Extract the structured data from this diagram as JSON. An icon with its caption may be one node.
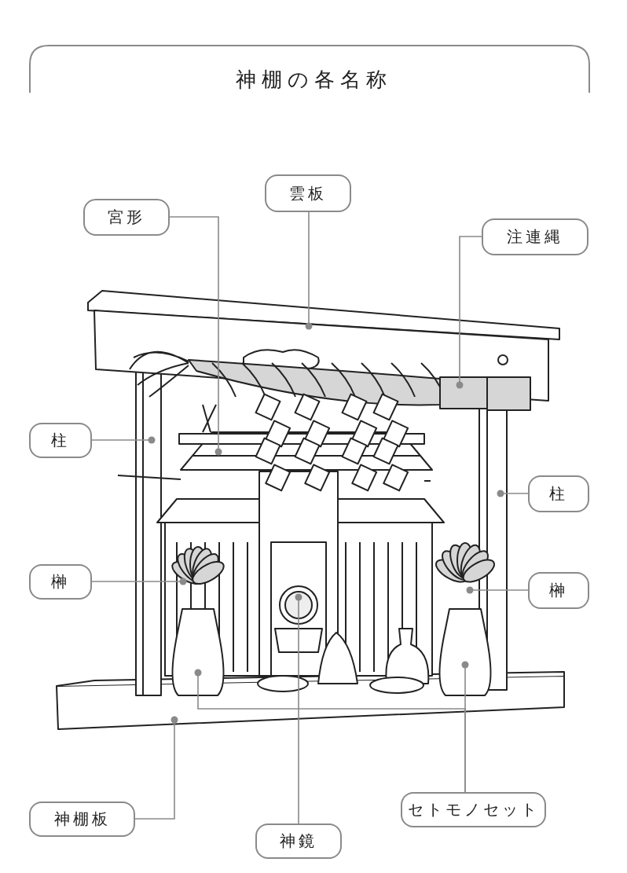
{
  "diagram": {
    "title": "神棚の各名称",
    "nodes": [
      {
        "text": [
          "雲板"
        ]
      },
      {
        "text": [
          "宮形"
        ]
      },
      {
        "text": [
          "注連縄"
        ]
      },
      {
        "text": [
          "柱"
        ]
      },
      {
        "text": [
          "柱"
        ]
      },
      {
        "text": [
          "榊"
        ]
      },
      {
        "text": [
          "榊"
        ]
      },
      {
        "text": [
          "セトモノセット"
        ]
      },
      {
        "text": [
          "神棚板"
        ]
      },
      {
        "text": [
          "神鏡"
        ]
      }
    ],
    "edges": [
      {
        "from": 0,
        "to": null,
        "arrow": "other"
      },
      {
        "from": 1,
        "to": null,
        "arrow": "other"
      },
      {
        "from": 2,
        "to": null,
        "arrow": "other"
      },
      {
        "from": 3,
        "to": null,
        "arrow": "other"
      },
      {
        "from": 4,
        "to": null,
        "arrow": "other"
      },
      {
        "from": 5,
        "to": null,
        "arrow": "other"
      },
      {
        "from": 6,
        "to": null,
        "arrow": "other"
      },
      {
        "from": 7,
        "to": null,
        "arrow": "other"
      },
      {
        "from": 7,
        "to": null,
        "arrow": "other"
      },
      {
        "from": 8,
        "to": null,
        "arrow": "other"
      },
      {
        "from": 9,
        "to": null,
        "arrow": "other"
      }
    ]
  }
}
